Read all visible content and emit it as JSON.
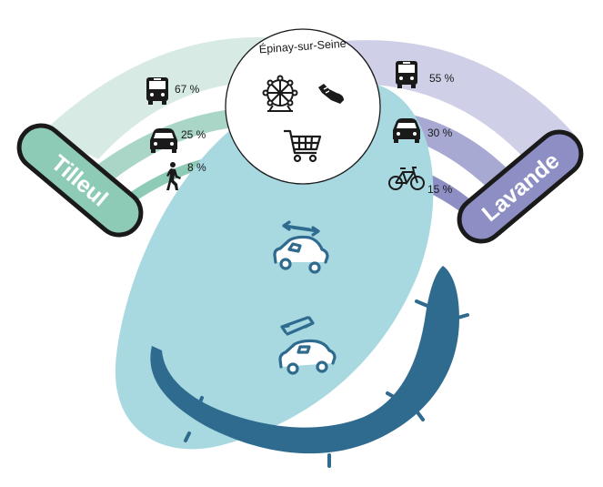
{
  "hub": {
    "title": "Épinay-sur-Seine",
    "icons": [
      "ferris-wheel-icon",
      "sneaker-icon",
      "shopping-cart-icon"
    ]
  },
  "left_place": {
    "label": "Tilleul",
    "color": "#8ecbb6",
    "modes": [
      {
        "icon": "bus-icon",
        "share": "67 %",
        "value": 67
      },
      {
        "icon": "car-icon",
        "share": "25 %",
        "value": 25
      },
      {
        "icon": "pedestrian-icon",
        "share": "8 %",
        "value": 8
      }
    ]
  },
  "right_place": {
    "label": "Lavande",
    "color": "#8d8fc4",
    "modes": [
      {
        "icon": "bus-icon",
        "share": "55 %",
        "value": 55
      },
      {
        "icon": "car-icon",
        "share": "30 %",
        "value": 30
      },
      {
        "icon": "bicycle-icon",
        "share": "15 %",
        "value": 15
      }
    ]
  },
  "zone": {
    "color": "#a8d8e0",
    "icons": [
      "car-traffic-icon",
      "car-traffic-icon"
    ]
  },
  "road": {
    "color": "#2f6b8e"
  }
}
